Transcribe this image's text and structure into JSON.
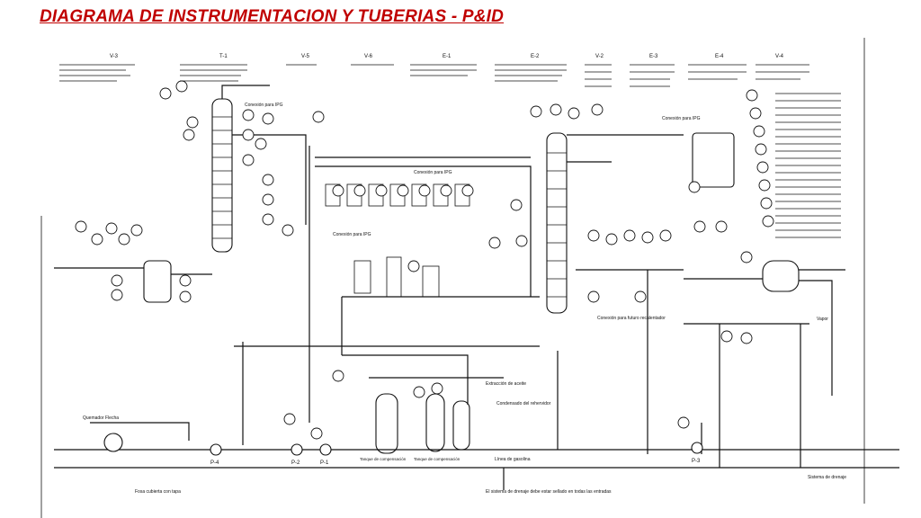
{
  "title": "DIAGRAMA DE INSTRUMENTACION Y TUBERIAS - P&ID",
  "colors": {
    "title": "#c00000",
    "line": "#111111",
    "background": "#ffffff"
  },
  "equipment_headers": [
    "V-3",
    "T-1",
    "V-5",
    "V-6",
    "E-1",
    "E-2",
    "V-2",
    "E-3",
    "E-4",
    "V-4"
  ],
  "pump_labels": [
    "P-4",
    "P-2",
    "P-1",
    "P-3"
  ],
  "annotations": {
    "conexion_ipg_1": "Conexión para IPG",
    "conexion_ipg_2": "Conexión para IPG",
    "conexion_ipg_3": "Conexión para IPG",
    "conexion_ipg_4": "Conexión para IPG",
    "conexion_futuro": "Conexión para futuro recalentador",
    "exhaust_label": "Extracción de aceite",
    "condensado": "Condensado del rehervidor",
    "linea_gasolina": "Línea de gasolina",
    "sistema_drenaje": "Sistema de drenaje",
    "quemador": "Quemador Flecha",
    "vapor_label": "Vapor",
    "nota_sistema": "El sistema de drenaje debe estar sellado en todas las entradas",
    "nota_fosa": "Fosa cubierta con tapa",
    "tanque_1": "Tanque de compensación",
    "tanque_2": "Tanque de compensación"
  }
}
